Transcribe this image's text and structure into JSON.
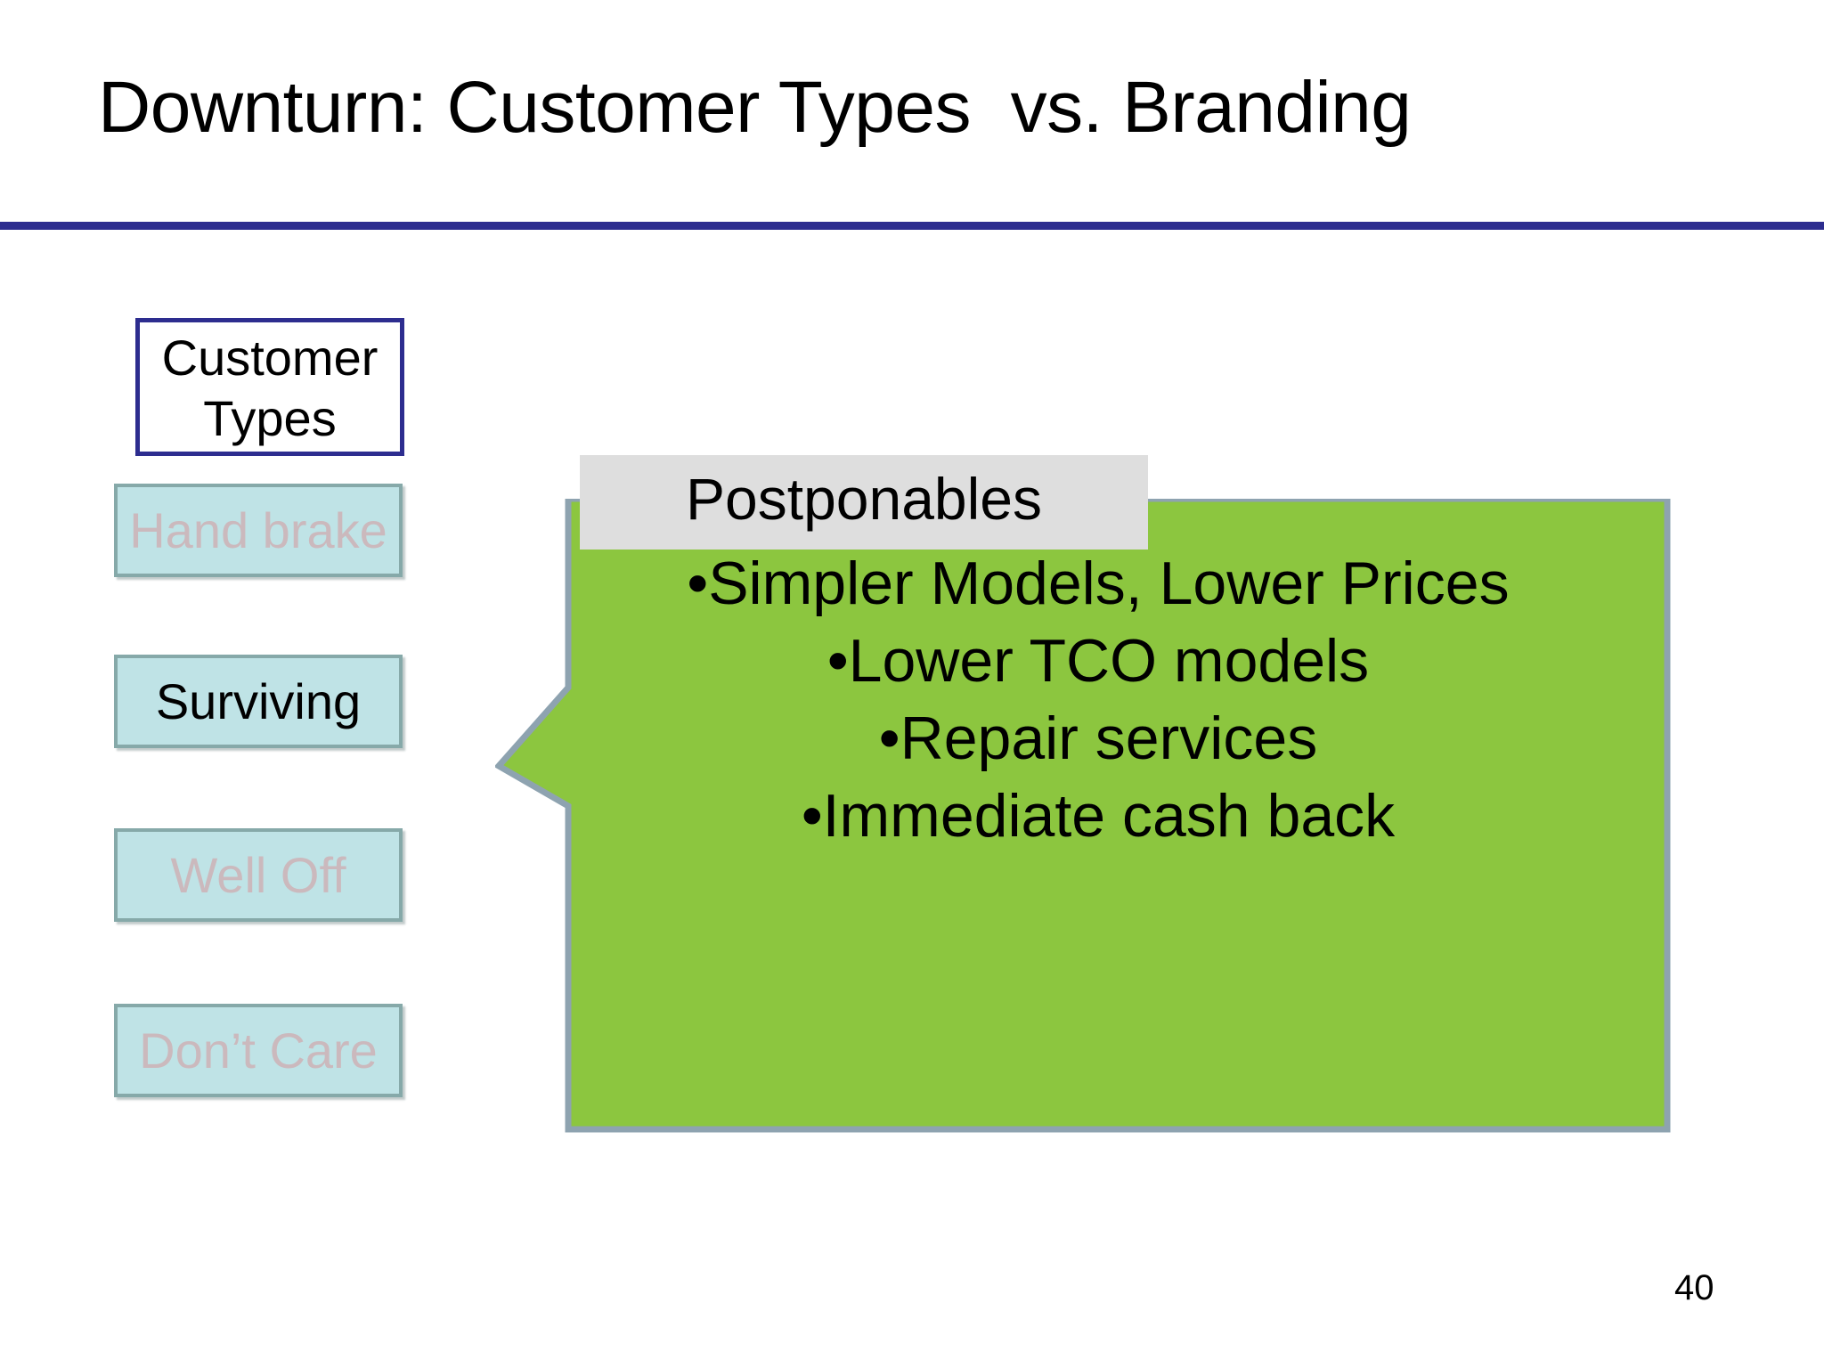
{
  "slide": {
    "title": "Downturn: Customer Types  vs. Branding",
    "page_number": "40",
    "divider_color": "#2d2d8f"
  },
  "customer_types_panel": {
    "header_label": "Customer Types",
    "header_border_color": "#2d2d8f",
    "box_fill_color": "#bfe3e6",
    "box_border_color": "#86a9a9",
    "faded_text_color": "#cbb9bd",
    "active_text_color": "#000000",
    "items": [
      {
        "label": "Hand brake",
        "state": "faded"
      },
      {
        "label": "Surviving",
        "state": "active"
      },
      {
        "label": "Well Off",
        "state": "faded"
      },
      {
        "label": "Don’t Care",
        "state": "faded"
      }
    ]
  },
  "callout": {
    "tag_label": "Postponables",
    "tag_fill_color": "#dedede",
    "fill_color": "#8cc63f",
    "border_color": "#8ea3b0",
    "points_to": "Surviving",
    "bullets": [
      {
        "level": 1,
        "text": "•Simpler Models, Lower Prices"
      },
      {
        "level": 2,
        "text": "•Lower TCO models"
      },
      {
        "level": 2,
        "text": "•Repair services"
      },
      {
        "level": 1,
        "text": "•Immediate cash back"
      }
    ]
  }
}
